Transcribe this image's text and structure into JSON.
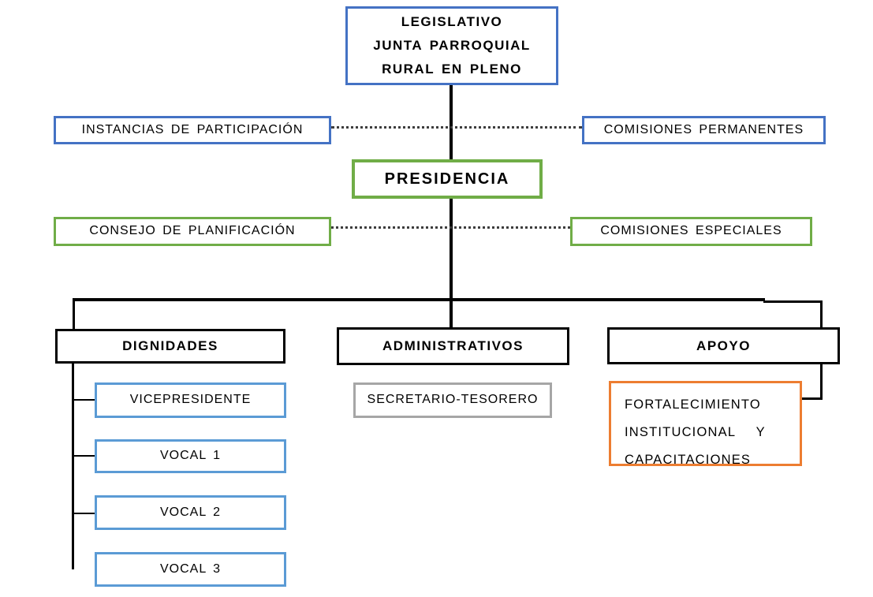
{
  "diagram": {
    "type": "org-chart",
    "nodes": {
      "legislativo": {
        "lines": [
          "LEGISLATIVO",
          "JUNTA PARROQUIAL",
          "RURAL EN PLENO"
        ],
        "border_color": "#4472C4"
      },
      "instancias": {
        "label": "INSTANCIAS DE PARTICIPACIÓN",
        "border_color": "#4472C4"
      },
      "comisiones_permanentes": {
        "label": "COMISIONES PERMANENTES",
        "border_color": "#4472C4"
      },
      "presidencia": {
        "label": "PRESIDENCIA",
        "border_color": "#70AD47"
      },
      "consejo_planificacion": {
        "label": "CONSEJO DE PLANIFICACIÓN",
        "border_color": "#70AD47"
      },
      "comisiones_especiales": {
        "label": "COMISIONES ESPECIALES",
        "border_color": "#70AD47"
      },
      "dignidades": {
        "label": "DIGNIDADES",
        "border_color": "#000000"
      },
      "administrativos": {
        "label": "ADMINISTRATIVOS",
        "border_color": "#000000"
      },
      "apoyo": {
        "label": "APOYO",
        "border_color": "#000000"
      },
      "vicepresidente": {
        "label": "VICEPRESIDENTE",
        "border_color": "#5B9BD5"
      },
      "vocal1": {
        "label": "VOCAL 1",
        "border_color": "#5B9BD5"
      },
      "vocal2": {
        "label": "VOCAL 2",
        "border_color": "#5B9BD5"
      },
      "vocal3": {
        "label": "VOCAL 3",
        "border_color": "#5B9BD5"
      },
      "secretario_tesorero": {
        "label": "SECRETARIO-TESORERO",
        "border_color": "#A6A6A6"
      },
      "fortalecimiento": {
        "lines": [
          "FORTALECIMIENTO",
          "INSTITUCIONAL   Y",
          "CAPACITACIONES"
        ],
        "border_color": "#ED7D31"
      }
    },
    "colors": {
      "blue": "#4472C4",
      "light_blue": "#5B9BD5",
      "green": "#70AD47",
      "orange": "#ED7D31",
      "gray": "#A6A6A6",
      "black": "#000000",
      "background": "#FFFFFF"
    }
  }
}
